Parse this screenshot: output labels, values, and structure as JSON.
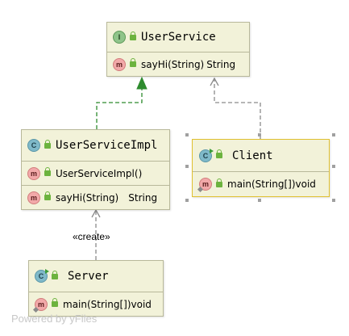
{
  "nodes": {
    "user_service": {
      "kind_badge": "I",
      "name": "UserService",
      "members": [
        {
          "badge": "m",
          "text": "sayHi(String)",
          "type": "String"
        }
      ]
    },
    "user_service_impl": {
      "kind_badge": "C",
      "name": "UserServiceImpl",
      "members": [
        {
          "badge": "m",
          "text": "UserServiceImpl()",
          "type": ""
        },
        {
          "badge": "m",
          "text": "sayHi(String)",
          "type": "String"
        }
      ]
    },
    "client": {
      "kind_badge": "C",
      "name": "Client",
      "members": [
        {
          "badge": "m",
          "text": "main(String[])",
          "type": "void"
        }
      ]
    },
    "server": {
      "kind_badge": "C",
      "name": "Server",
      "members": [
        {
          "badge": "m",
          "text": "main(String[])",
          "type": "void"
        }
      ]
    }
  },
  "edges": [
    {
      "from": "UserServiceImpl",
      "to": "UserService",
      "kind": "realization",
      "color": "#2e8b2e"
    },
    {
      "from": "Client",
      "to": "UserService",
      "kind": "dependency",
      "color": "#8a8a8a"
    },
    {
      "from": "Server",
      "to": "UserServiceImpl",
      "kind": "dependency",
      "label": "«create»",
      "color": "#8a8a8a"
    }
  ],
  "footer": "Powered by yFiles"
}
